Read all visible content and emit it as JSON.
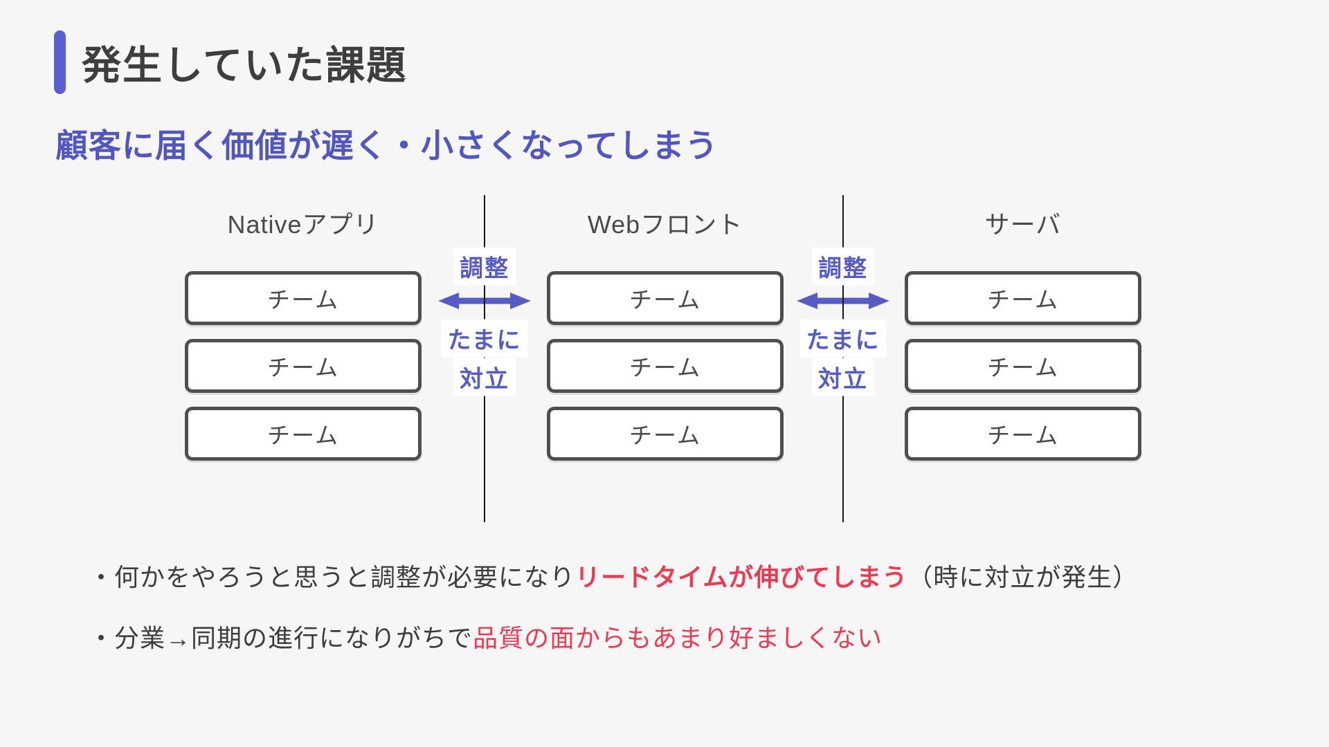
{
  "slide": {
    "title": "発生していた課題",
    "subtitle": "顧客に届く価値が遅く・小さくなってしまう"
  },
  "diagram": {
    "columns": [
      {
        "header": "Nativeアプリ",
        "teams": [
          "チーム",
          "チーム",
          "チーム"
        ]
      },
      {
        "header": "Webフロント",
        "teams": [
          "チーム",
          "チーム",
          "チーム"
        ]
      },
      {
        "header": "サーバ",
        "teams": [
          "チーム",
          "チーム",
          "チーム"
        ]
      }
    ],
    "connectors": [
      {
        "top_label": "調整",
        "middle_label": "たまに",
        "bottom_label": "対立"
      },
      {
        "top_label": "調整",
        "middle_label": "たまに",
        "bottom_label": "対立"
      }
    ],
    "arrow_icon": "bidirectional-arrow"
  },
  "bullets": [
    {
      "segments": [
        {
          "text": "・何かをやろうと思うと調整が必要になり",
          "style": "normal"
        },
        {
          "text": "リードタイムが伸びてしまう",
          "style": "red-bold"
        },
        {
          "text": "（時に対立が発生）",
          "style": "normal"
        }
      ]
    },
    {
      "segments": [
        {
          "text": "・分業→同期の進行になりがちで",
          "style": "normal"
        },
        {
          "text": "品質の面からもあまり好ましくない",
          "style": "red"
        }
      ]
    }
  ],
  "colors": {
    "accent_purple": "#5b5fd1",
    "subtitle_purple": "#5156c0",
    "connector_purple": "#565cc4",
    "alert_red": "#ed3a52",
    "title_gray": "#3e3e3e",
    "text_gray": "#3d3d3d",
    "box_border_gray": "#4f4f4f",
    "divider_black": "#161616",
    "background": "#f6f6f7",
    "box_fill": "#ffffff"
  }
}
